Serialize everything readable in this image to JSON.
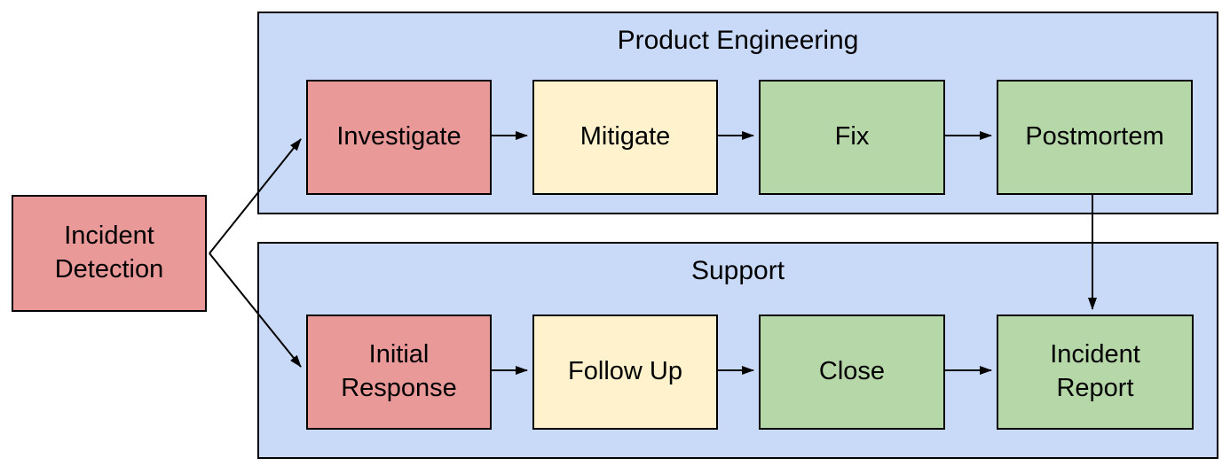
{
  "diagram": {
    "type": "flowchart",
    "start_node": {
      "label": "Incident\nDetection",
      "color": "red"
    },
    "lanes": [
      {
        "title": "Product Engineering",
        "steps": [
          {
            "label": "Investigate",
            "color": "red"
          },
          {
            "label": "Mitigate",
            "color": "yellow"
          },
          {
            "label": "Fix",
            "color": "green"
          },
          {
            "label": "Postmortem",
            "color": "green"
          }
        ]
      },
      {
        "title": "Support",
        "steps": [
          {
            "label": "Initial\nResponse",
            "color": "red"
          },
          {
            "label": "Follow Up",
            "color": "yellow"
          },
          {
            "label": "Close",
            "color": "green"
          },
          {
            "label": "Incident\nReport",
            "color": "green"
          }
        ]
      }
    ],
    "edges": [
      {
        "from": "Incident Detection",
        "to": "Investigate"
      },
      {
        "from": "Incident Detection",
        "to": "Initial Response"
      },
      {
        "from": "Investigate",
        "to": "Mitigate"
      },
      {
        "from": "Mitigate",
        "to": "Fix"
      },
      {
        "from": "Fix",
        "to": "Postmortem"
      },
      {
        "from": "Postmortem",
        "to": "Incident Report"
      },
      {
        "from": "Initial Response",
        "to": "Follow Up"
      },
      {
        "from": "Follow Up",
        "to": "Close"
      },
      {
        "from": "Close",
        "to": "Incident Report"
      }
    ]
  },
  "colors": {
    "node_red": "#ea9999",
    "node_yellow": "#fff2cc",
    "node_green": "#b6d7a8",
    "lane_fill": "#c9daf8",
    "outline": "#000000",
    "arrow": "#000000",
    "background": "#ffffff"
  }
}
